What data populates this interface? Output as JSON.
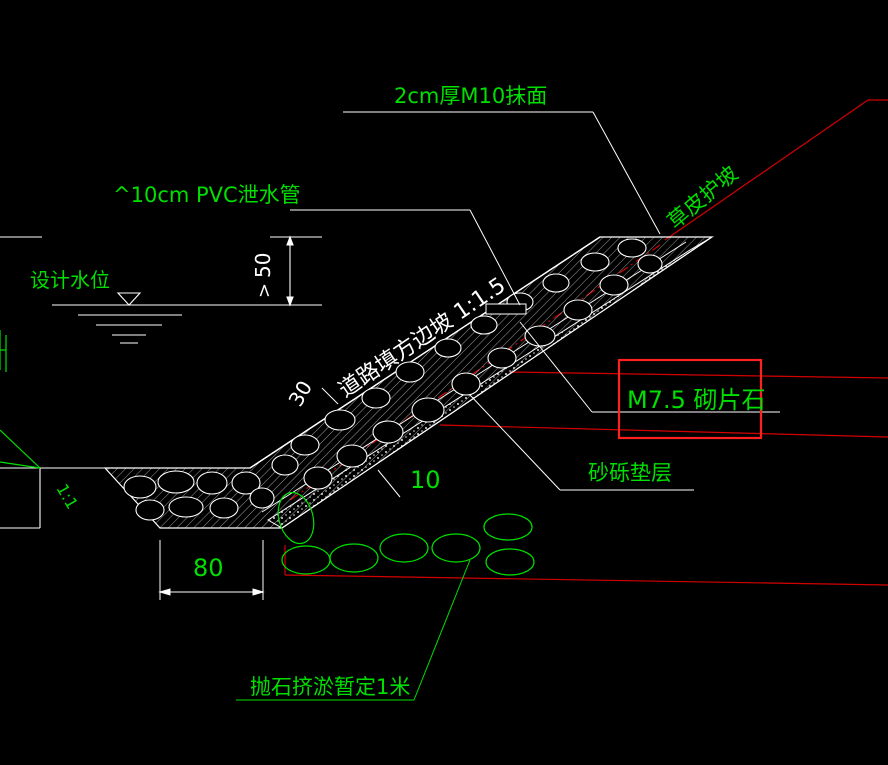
{
  "labels": {
    "surface_finish": "2cm厚M10抹面",
    "drain_pipe": "^10cm PVC泄水管",
    "design_water_level": "设计水位",
    "water_depth_dim": "50",
    "water_depth_prefix": ">",
    "slope_ratio": "道路填方边坡 1:1.5",
    "slope_thickness": "30",
    "grass_slope": "草皮护坡",
    "rubble_stone": "M7.5 砌片石",
    "gravel_cushion": "砂砾垫层",
    "cushion_thickness": "10",
    "toe_width": "80",
    "riprap_note": "抛石挤淤暂定1米",
    "left_slope_ratio": "1:1"
  },
  "colors": {
    "background": "#000000",
    "linework": "#ffffff",
    "text_green": "#00e000",
    "boundary_red": "#d40000",
    "highlight_red": "#ff2020"
  }
}
